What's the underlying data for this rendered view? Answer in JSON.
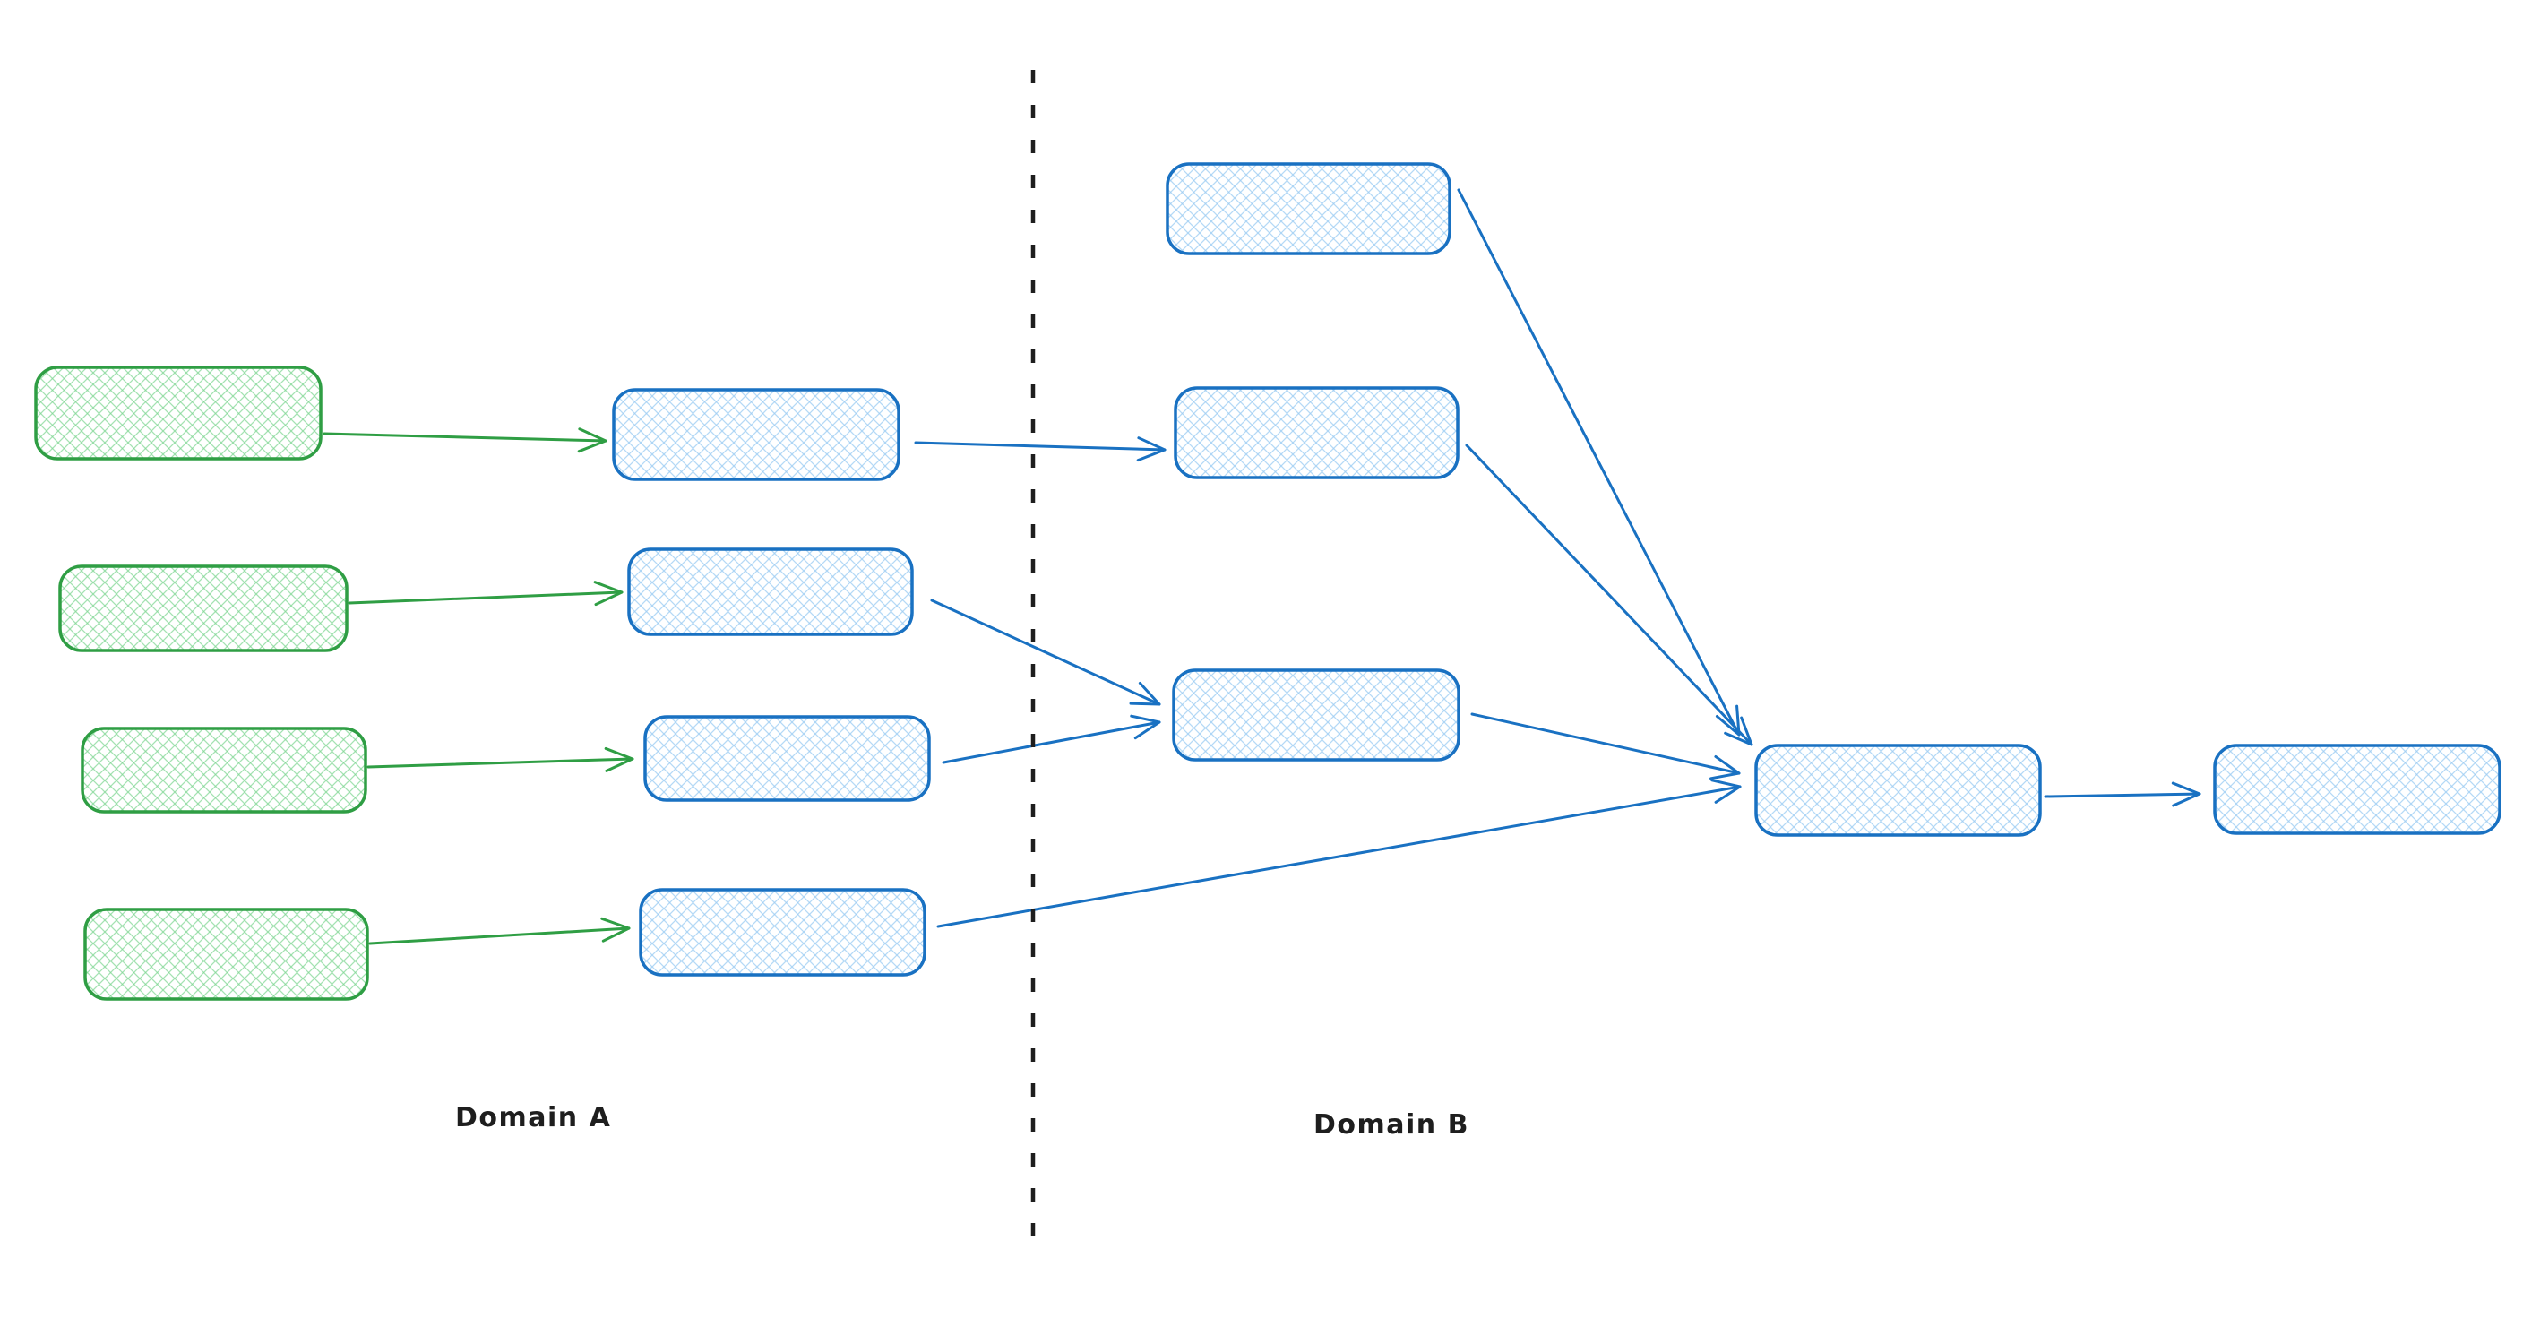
{
  "diagram": {
    "type": "flowchart",
    "labels": {
      "domain_a": "Domain A",
      "domain_b": "Domain B"
    },
    "colors": {
      "background": "#ffffff",
      "green_stroke": "#2f9e44",
      "green_hatch": "#7ed691",
      "blue_stroke": "#1971c2",
      "blue_hatch": "#9cccf2",
      "divider": "#1e1e1e",
      "label_text": "#1e1e1e"
    },
    "nodes": [
      {
        "id": "a-src-1",
        "domain": "A",
        "palette": "green",
        "label": ""
      },
      {
        "id": "a-src-2",
        "domain": "A",
        "palette": "green",
        "label": ""
      },
      {
        "id": "a-src-3",
        "domain": "A",
        "palette": "green",
        "label": ""
      },
      {
        "id": "a-src-4",
        "domain": "A",
        "palette": "green",
        "label": ""
      },
      {
        "id": "a-proc-1",
        "domain": "A",
        "palette": "blue",
        "label": ""
      },
      {
        "id": "a-proc-2",
        "domain": "A",
        "palette": "blue",
        "label": ""
      },
      {
        "id": "a-proc-3",
        "domain": "A",
        "palette": "blue",
        "label": ""
      },
      {
        "id": "a-proc-4",
        "domain": "A",
        "palette": "blue",
        "label": ""
      },
      {
        "id": "b-input-1",
        "domain": "B",
        "palette": "blue",
        "label": ""
      },
      {
        "id": "b-input-2",
        "domain": "B",
        "palette": "blue",
        "label": ""
      },
      {
        "id": "b-input-3",
        "domain": "B",
        "palette": "blue",
        "label": ""
      },
      {
        "id": "b-merge",
        "domain": "B",
        "palette": "blue",
        "label": ""
      },
      {
        "id": "b-output",
        "domain": "B",
        "palette": "blue",
        "label": ""
      }
    ],
    "edges": [
      {
        "from": "a-src-1",
        "to": "a-proc-1",
        "palette": "green"
      },
      {
        "from": "a-src-2",
        "to": "a-proc-2",
        "palette": "green"
      },
      {
        "from": "a-src-3",
        "to": "a-proc-3",
        "palette": "green"
      },
      {
        "from": "a-src-4",
        "to": "a-proc-4",
        "palette": "green"
      },
      {
        "from": "a-proc-1",
        "to": "b-input-2",
        "palette": "blue"
      },
      {
        "from": "a-proc-2",
        "to": "b-input-3",
        "palette": "blue"
      },
      {
        "from": "a-proc-3",
        "to": "b-input-3",
        "palette": "blue"
      },
      {
        "from": "a-proc-4",
        "to": "b-merge",
        "palette": "blue"
      },
      {
        "from": "b-input-1",
        "to": "b-merge",
        "palette": "blue"
      },
      {
        "from": "b-input-2",
        "to": "b-merge",
        "palette": "blue"
      },
      {
        "from": "b-input-3",
        "to": "b-merge",
        "palette": "blue"
      },
      {
        "from": "b-merge",
        "to": "b-output",
        "palette": "blue"
      }
    ],
    "divider": {
      "orientation": "vertical",
      "style": "dashed",
      "separates": [
        "Domain A",
        "Domain B"
      ]
    }
  }
}
